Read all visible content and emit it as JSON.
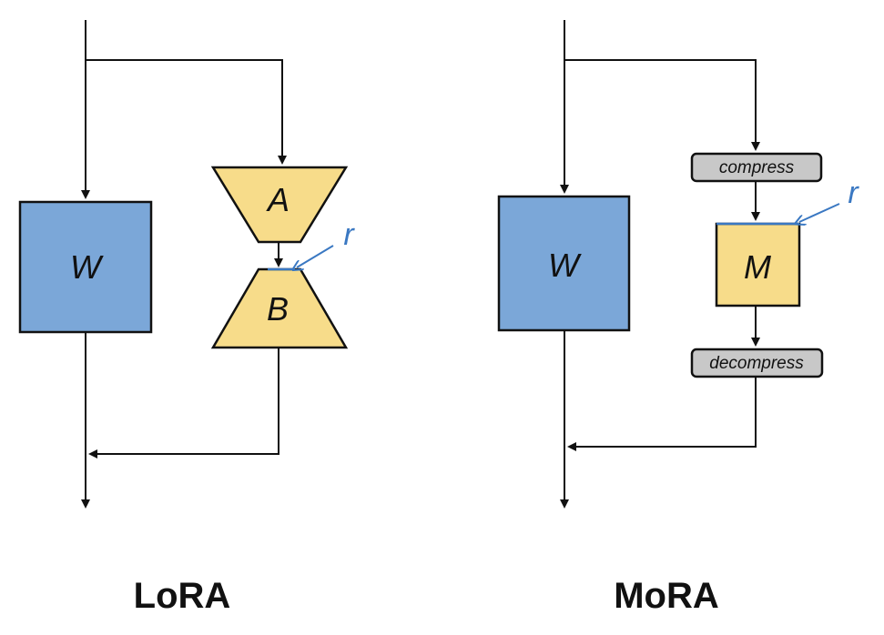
{
  "lora": {
    "weight_label": "W",
    "a_label": "A",
    "b_label": "B",
    "rank_label": "r",
    "title": "LoRA"
  },
  "mora": {
    "weight_label": "W",
    "m_label": "M",
    "compress_label": "compress",
    "decompress_label": "decompress",
    "rank_label": "r",
    "title": "MoRA"
  },
  "colors": {
    "weight_fill": "#7BA7D8",
    "adapter_fill": "#F7DC8A",
    "op_fill": "#C8C8C8",
    "rank_color": "#3A78C2",
    "line": "#111111"
  }
}
